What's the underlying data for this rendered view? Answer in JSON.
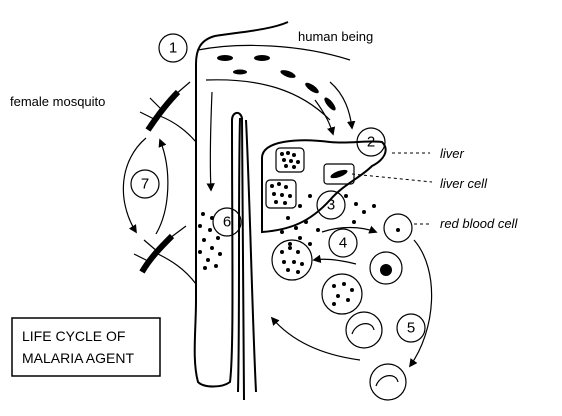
{
  "labels": {
    "human": "human being",
    "mosquito": "female mosquito",
    "liver": "liver",
    "liver_cell": "liver cell",
    "rbc": "red blood cell"
  },
  "steps": [
    "1",
    "2",
    "3",
    "4",
    "5",
    "6",
    "7"
  ],
  "title": {
    "line1": "LIFE CYCLE OF",
    "line2": "MALARIA AGENT"
  },
  "colors": {
    "ink": "#000000",
    "paper": "#ffffff"
  }
}
